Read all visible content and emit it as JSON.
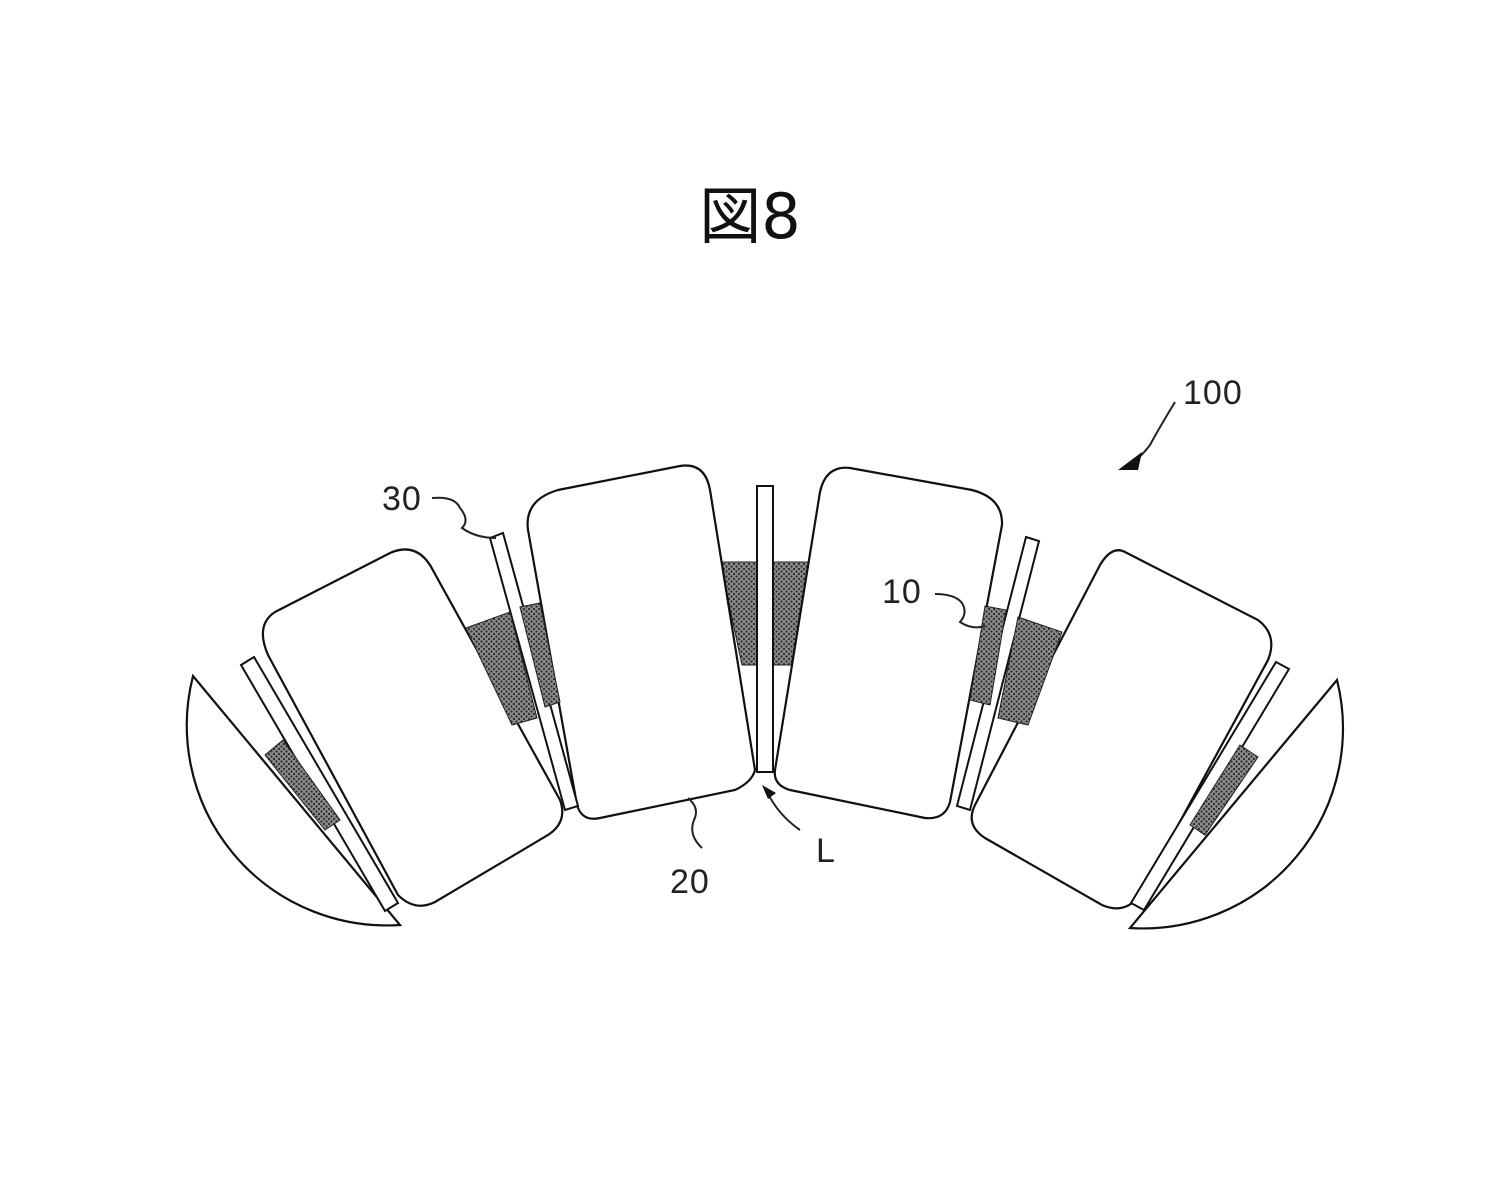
{
  "figure": {
    "title": "図8",
    "labels": {
      "assembly": "100",
      "plate": "30",
      "magnet": "10",
      "core": "20",
      "gap": "L"
    }
  },
  "colors": {
    "line": "#111111",
    "shade": "#555555",
    "background": "#ffffff"
  }
}
